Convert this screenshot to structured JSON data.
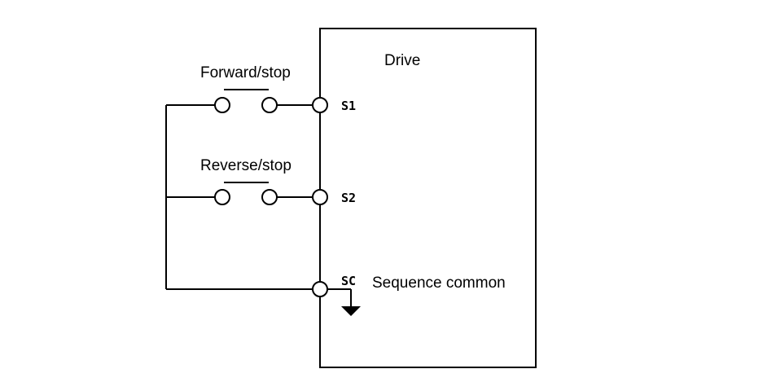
{
  "drive": {
    "title": "Drive"
  },
  "switches": [
    {
      "label": "Forward/stop",
      "terminal": "S1"
    },
    {
      "label": "Reverse/stop",
      "terminal": "S2"
    }
  ],
  "common": {
    "terminal": "SC",
    "label": "Sequence common"
  }
}
